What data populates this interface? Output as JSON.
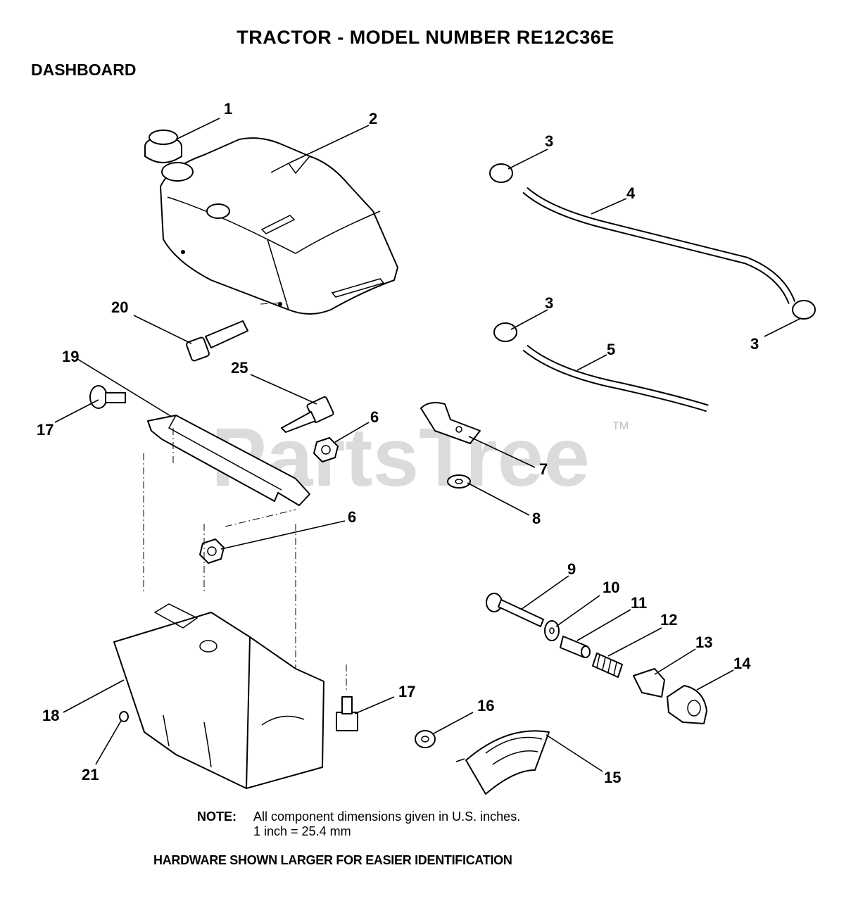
{
  "title": "TRACTOR  - MODEL NUMBER RE12C36E",
  "section": "DASHBOARD",
  "watermark": "PartsTree",
  "trademark": "TM",
  "callouts": [
    "1",
    "2",
    "3",
    "4",
    "3",
    "3",
    "5",
    "20",
    "19",
    "25",
    "17",
    "6",
    "7",
    "8",
    "6",
    "9",
    "10",
    "11",
    "12",
    "13",
    "14",
    "17",
    "16",
    "18",
    "21",
    "15"
  ],
  "note": {
    "label": "NOTE:",
    "line1": "All component dimensions given in U.S. inches.",
    "line2": "1 inch = 25.4 mm"
  },
  "footer": "HARDWARE SHOWN LARGER FOR EASIER IDENTIFICATION"
}
